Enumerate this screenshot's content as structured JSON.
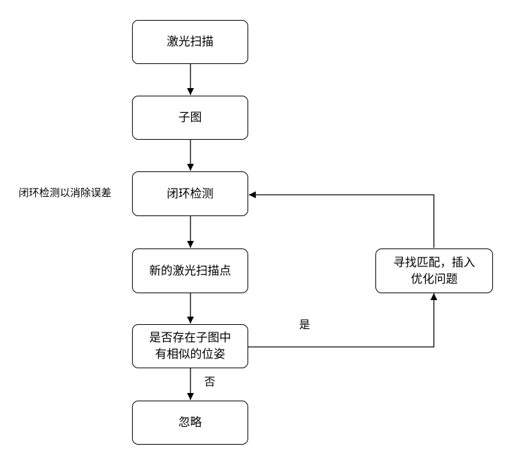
{
  "nodes": {
    "laser_scan": "激光扫描",
    "submap": "子图",
    "loop_detection": "闭环检测",
    "new_scan_point": "新的激光扫描点",
    "similar_pose_check": {
      "line1": "是否存在子图中",
      "line2": "有相似的位姿"
    },
    "find_match": {
      "line1": "寻找匹配，插入",
      "line2": "优化问题"
    },
    "ignore": "忽略"
  },
  "annotations": {
    "loop_note": "闭环检测以消除误差",
    "yes": "是",
    "no": "否"
  },
  "colors": {
    "stroke": "#000000",
    "background": "#ffffff"
  }
}
